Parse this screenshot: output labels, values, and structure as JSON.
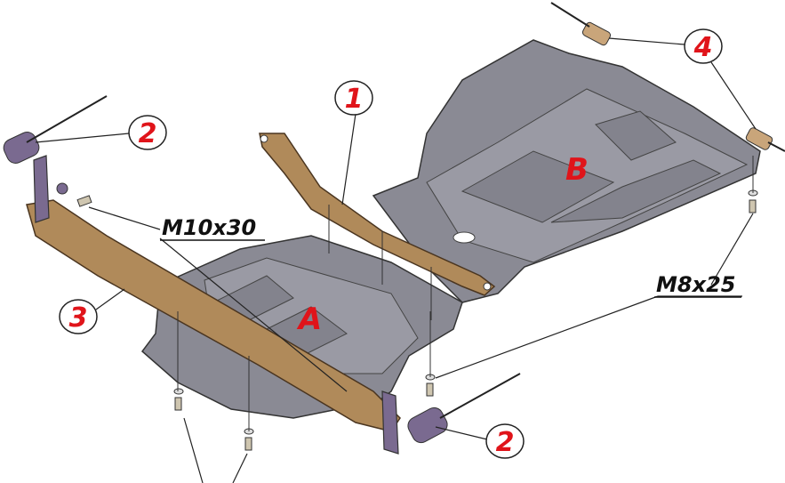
{
  "callouts": {
    "c1": "1",
    "c2_top": "2",
    "c2_bottom": "2",
    "c3": "3",
    "c4": "4"
  },
  "panels": {
    "a": "A",
    "b": "B"
  },
  "bolts": {
    "m10": "M10x30",
    "m8": "M8x25"
  },
  "colors": {
    "callout_red": "#e0141a",
    "panel_gray": "#8a8a94",
    "bracket_brown": "#b08a5a",
    "rail_purple": "#7a6a90"
  }
}
